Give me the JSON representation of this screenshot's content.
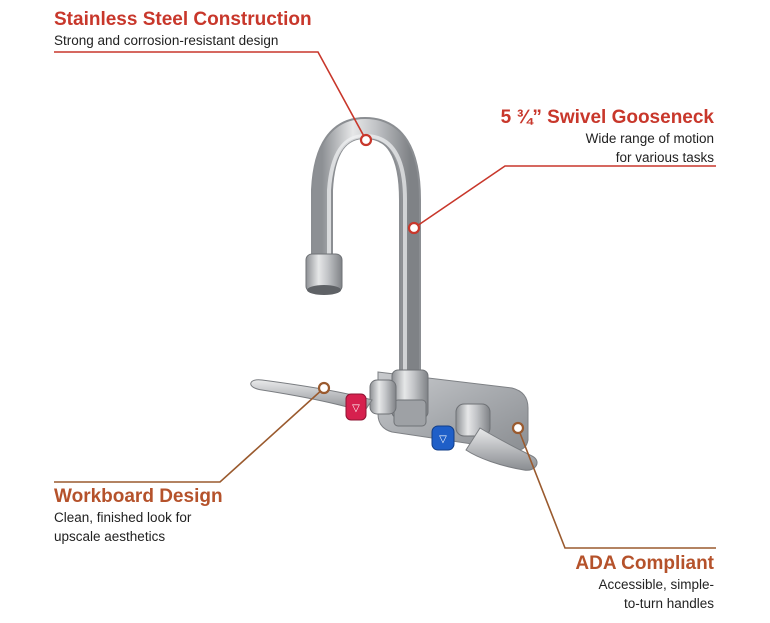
{
  "colors": {
    "red_accent": "#c8372b",
    "brown_accent": "#9a5a2e",
    "hot_handle": "#d6204e",
    "cold_handle": "#1f5fc8",
    "steel": "#b9bbbe"
  },
  "callouts": [
    {
      "title": "Stainless Steel Construction",
      "desc": [
        "Strong and corrosion-resistant design"
      ]
    },
    {
      "title": "5 ¾” Swivel Gooseneck",
      "desc": [
        "Wide range of motion",
        "for various tasks"
      ]
    },
    {
      "title": "Workboard Design",
      "desc": [
        "Clean, finished look for",
        "upscale aesthetics"
      ]
    },
    {
      "title": "ADA Compliant",
      "desc": [
        "Accessible, simple-",
        "to-turn handles"
      ]
    }
  ]
}
